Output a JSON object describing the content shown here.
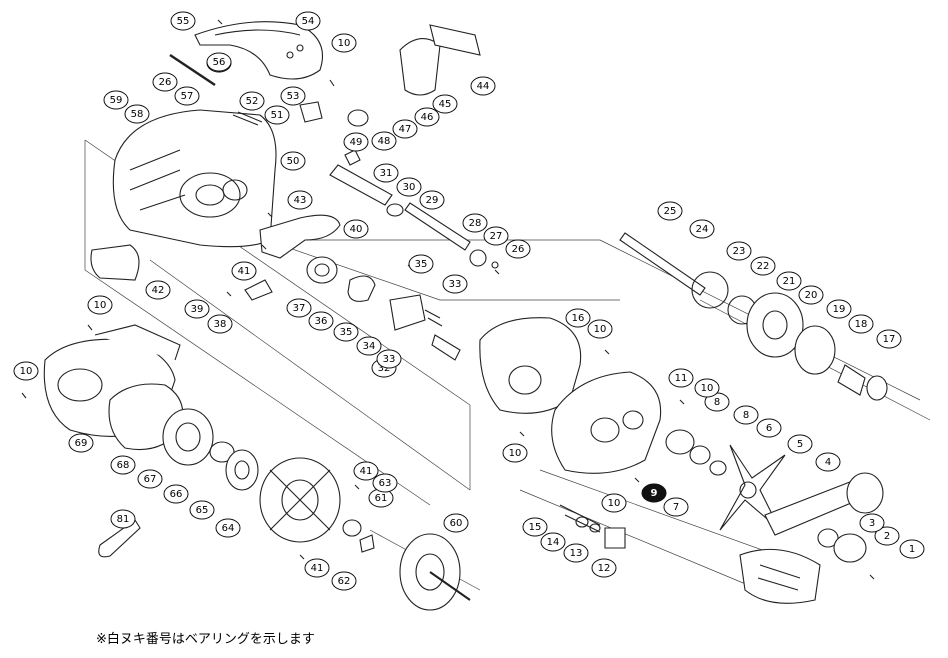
{
  "footnote": "※白ヌキ番号はベアリングを示します",
  "part_numbers": [
    "1",
    "2",
    "3",
    "4",
    "5",
    "6",
    "7",
    "8",
    "8",
    "9",
    "10",
    "10",
    "10",
    "10",
    "10",
    "10",
    "10",
    "10",
    "11",
    "12",
    "13",
    "14",
    "15",
    "16",
    "17",
    "18",
    "19",
    "20",
    "21",
    "22",
    "23",
    "24",
    "25",
    "26",
    "26",
    "27",
    "28",
    "29",
    "30",
    "31",
    "32",
    "33",
    "33",
    "34",
    "35",
    "35",
    "36",
    "37",
    "38",
    "39",
    "40",
    "41",
    "41",
    "41",
    "42",
    "43",
    "44",
    "45",
    "46",
    "47",
    "48",
    "49",
    "50",
    "51",
    "52",
    "53",
    "54",
    "55",
    "56",
    "57",
    "58",
    "59",
    "60",
    "61",
    "62",
    "63",
    "64",
    "65",
    "66",
    "67",
    "68",
    "69",
    "81"
  ],
  "highlighted_part": "9"
}
